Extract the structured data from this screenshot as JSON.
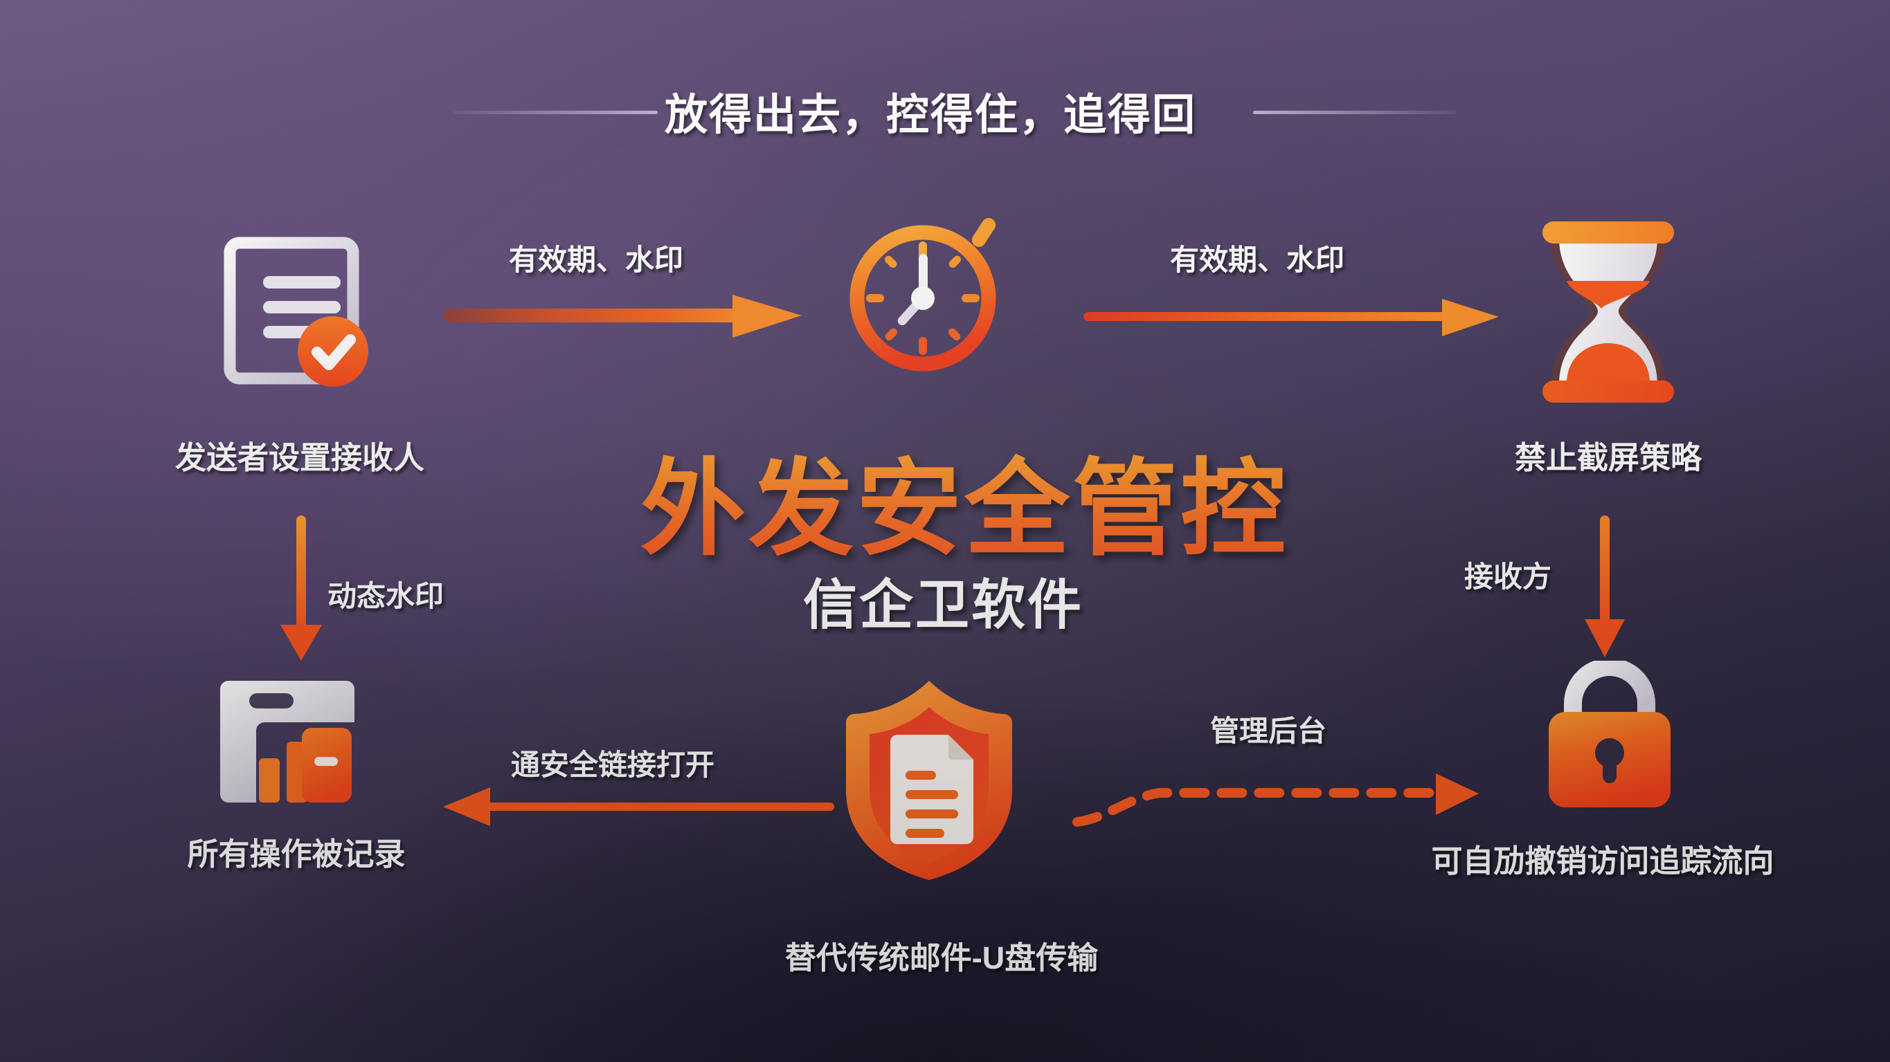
{
  "header": {
    "title": "放得出去，控得住，追得回",
    "rule_left": "decorative-line",
    "rule_right": "decorative-line"
  },
  "brand": {
    "main_title": "外发安全管控",
    "subtitle": "信企卫软件",
    "accent_top": "#fdae36",
    "accent_bottom": "#f4511a"
  },
  "colors": {
    "background_top": "#6a557f",
    "background_bottom": "#241f34",
    "arrow_orange": "#f9641e",
    "arrow_amber": "#fb9228",
    "icon_white": "#f0edf2",
    "shield_red": "#ef3b22"
  },
  "nodes": [
    {
      "id": "sender",
      "label": "发送者设置接收人",
      "icon": "document-check-icon"
    },
    {
      "id": "validity",
      "label": "",
      "icon": "clock-icon"
    },
    {
      "id": "screenshot",
      "label": "禁止截屏策略",
      "icon": "hourglass-icon"
    },
    {
      "id": "audit",
      "label": "所有操作被记录",
      "icon": "log-chart-icon"
    },
    {
      "id": "transfer",
      "label": "替代传统邮件-U盘传输",
      "icon": "shield-document-icon"
    },
    {
      "id": "revoke",
      "label": "可自劢撤销访问追踪流向",
      "icon": "lock-icon"
    }
  ],
  "edges": [
    {
      "id": "e1",
      "label": "有效期、水印",
      "style": "solid-thick",
      "direction": "right"
    },
    {
      "id": "e2",
      "label": "有效期、水印",
      "style": "solid-thin",
      "direction": "right"
    },
    {
      "id": "e3",
      "label": "动态水印",
      "style": "solid-thin",
      "direction": "down"
    },
    {
      "id": "e4",
      "label": "接收方",
      "style": "solid-thin",
      "direction": "down"
    },
    {
      "id": "e5",
      "label": "通安全链接打开",
      "style": "solid-thin",
      "direction": "left"
    },
    {
      "id": "e6",
      "label": "管理后台",
      "style": "dashed",
      "direction": "right"
    }
  ]
}
